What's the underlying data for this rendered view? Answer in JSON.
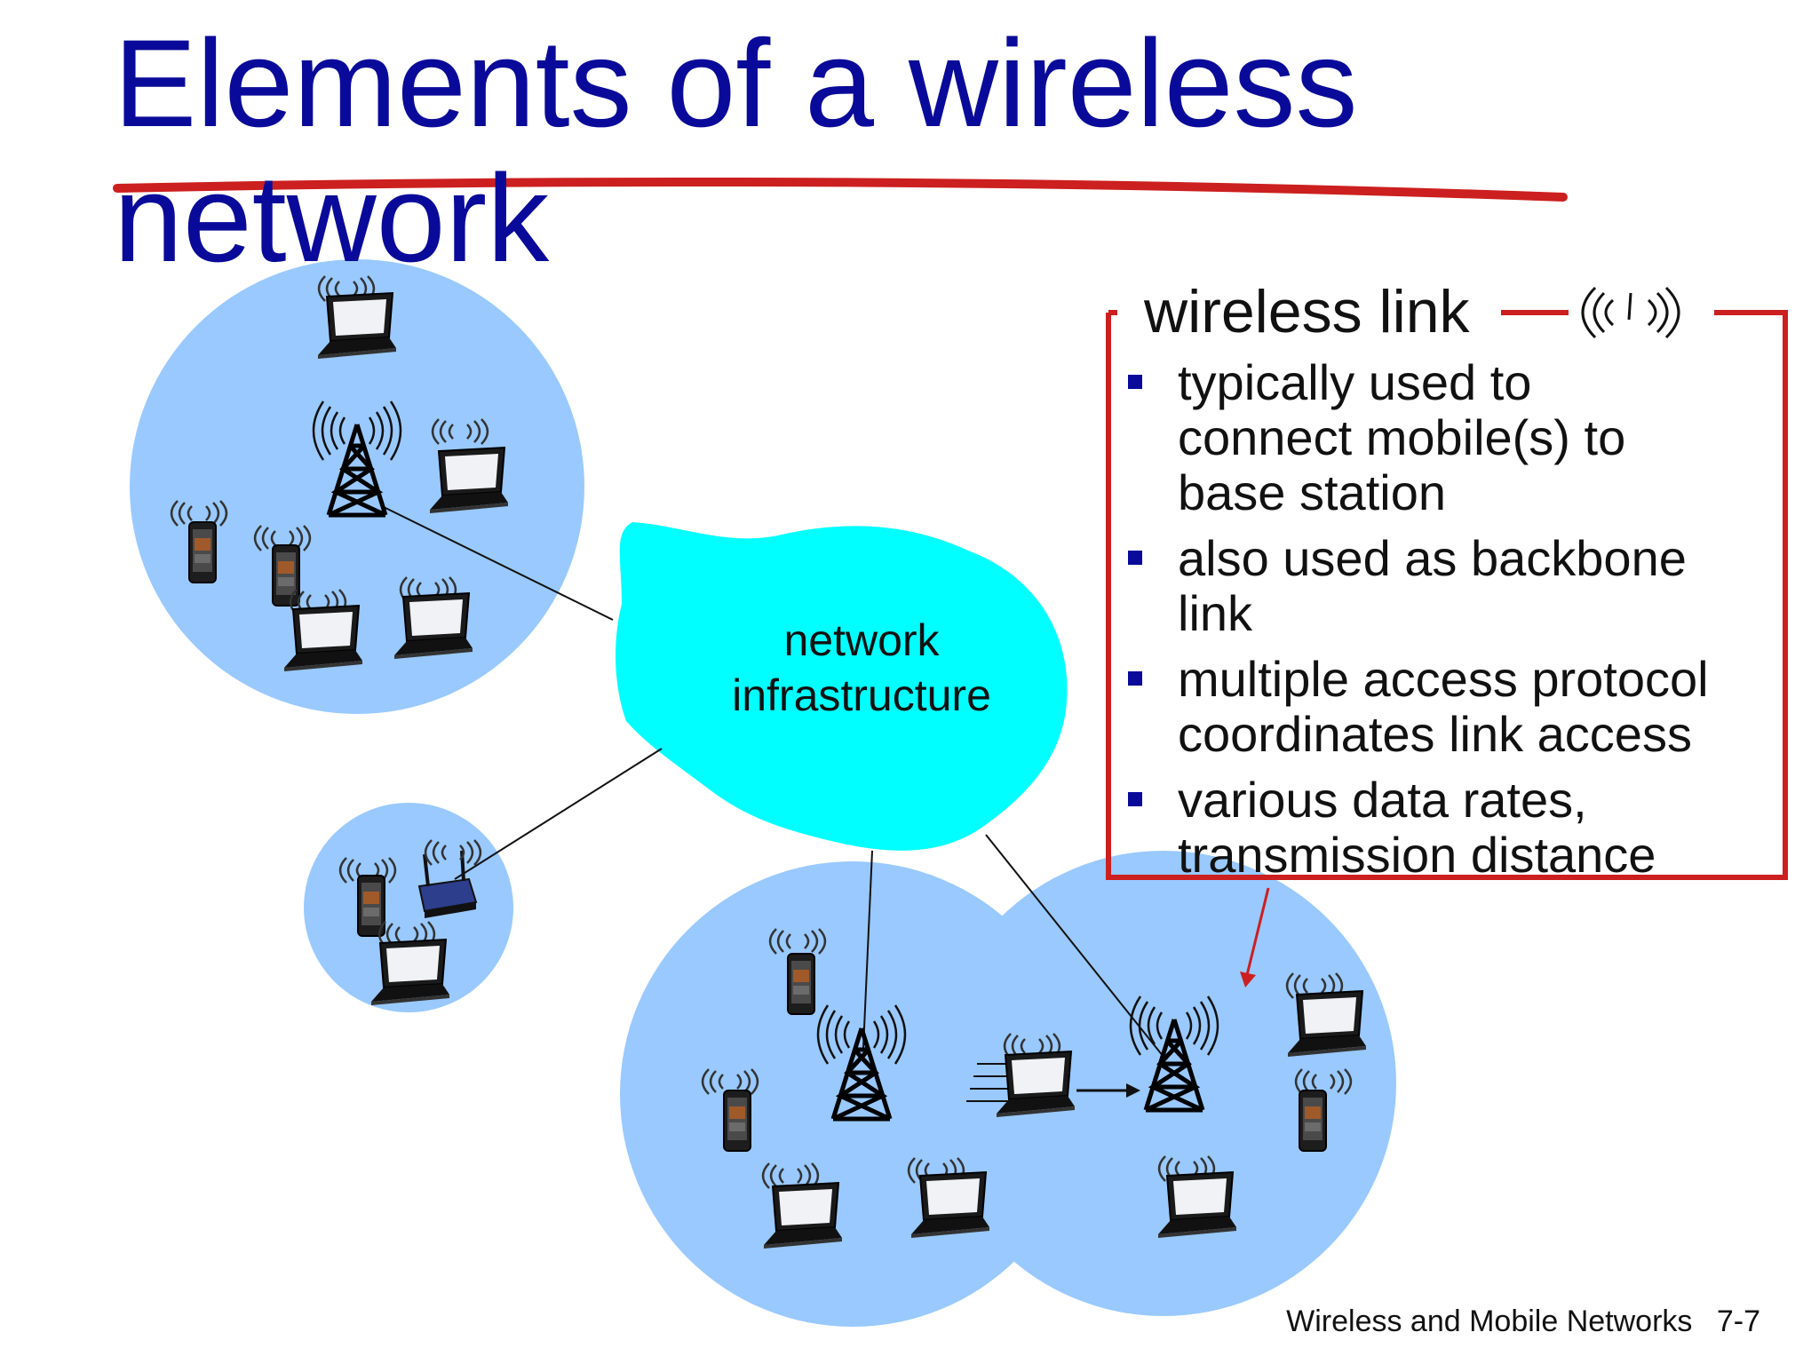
{
  "slide": {
    "title_line1": "Elements of a wireless",
    "title_line2": "network"
  },
  "cloud": {
    "label_line1": "network",
    "label_line2": "infrastructure"
  },
  "callout": {
    "title": "wireless link",
    "bullets": [
      {
        "line1": "typically used to",
        "line2": "connect mobile(s) to",
        "line3": "base station"
      },
      {
        "line1": "also used as backbone",
        "line2": "link"
      },
      {
        "line1": "multiple access protocol",
        "line2": "coordinates link access"
      },
      {
        "line1": "various data rates,",
        "line2": "transmission distance"
      }
    ]
  },
  "footer": {
    "text": "Wireless and Mobile Networks",
    "page": "7-7"
  },
  "colors": {
    "title": "#0a0a9a",
    "cell": "#99c9ff",
    "cloud": "#00ffff",
    "callout_border": "#cc1f1f",
    "annotation": "#cc1f1f"
  },
  "icons": [
    "base-station-tower",
    "laptop",
    "smartphone",
    "wireless-router",
    "wireless-signal"
  ]
}
